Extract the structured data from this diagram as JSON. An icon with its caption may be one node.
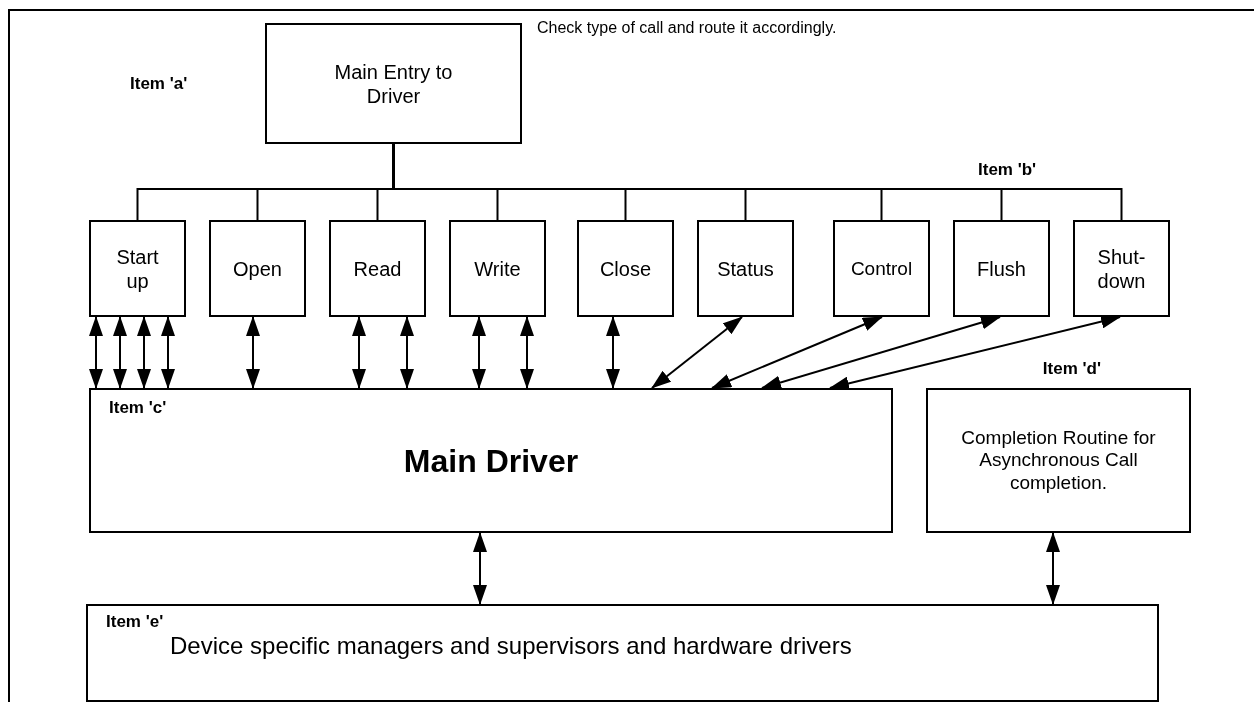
{
  "diagram": {
    "nodes": [
      {
        "text": [
          "Main Entry to Driver"
        ],
        "beside": [
          "Check type of call and route it accordingly."
        ]
      },
      {
        "text": [
          "Start up"
        ]
      },
      {
        "text": [
          "Open"
        ]
      },
      {
        "text": [
          "Read"
        ]
      },
      {
        "text": [
          "Write"
        ]
      },
      {
        "text": [
          "Close"
        ]
      },
      {
        "text": [
          "Status"
        ]
      },
      {
        "text": [
          "Control"
        ]
      },
      {
        "text": [
          "Flush"
        ]
      },
      {
        "text": [
          "Shut- down"
        ]
      },
      {
        "text": [
          "Item 'c'",
          "Main Driver"
        ]
      },
      {
        "text": [
          "Item 'd'",
          "Completion Routine for Asynchronous Call completion."
        ]
      },
      {
        "text": [
          "Item 'e'",
          "Device specific managers and supervisors and hardware drivers"
        ]
      }
    ],
    "edges": [
      {
        "from": 0,
        "to": 1,
        "arrow": "none"
      },
      {
        "from": 0,
        "to": 2,
        "arrow": "none"
      },
      {
        "from": 0,
        "to": 3,
        "arrow": "none"
      },
      {
        "from": 0,
        "to": 4,
        "arrow": "none"
      },
      {
        "from": 0,
        "to": 5,
        "arrow": "none"
      },
      {
        "from": 0,
        "to": 6,
        "arrow": "none"
      },
      {
        "from": 0,
        "to": 7,
        "arrow": "none"
      },
      {
        "from": 0,
        "to": 8,
        "arrow": "none"
      },
      {
        "from": 0,
        "to": 9,
        "arrow": "none"
      },
      {
        "from": 1,
        "to": 10,
        "arrow": "both"
      },
      {
        "from": 1,
        "to": 10,
        "arrow": "both"
      },
      {
        "from": 1,
        "to": 10,
        "arrow": "both"
      },
      {
        "from": 1,
        "to": 10,
        "arrow": "both"
      },
      {
        "from": 2,
        "to": 10,
        "arrow": "both"
      },
      {
        "from": 3,
        "to": 10,
        "arrow": "both"
      },
      {
        "from": 3,
        "to": 10,
        "arrow": "both"
      },
      {
        "from": 4,
        "to": 10,
        "arrow": "both"
      },
      {
        "from": 4,
        "to": 10,
        "arrow": "both"
      },
      {
        "from": 5,
        "to": 10,
        "arrow": "both"
      },
      {
        "from": 6,
        "to": 10,
        "arrow": "both"
      },
      {
        "from": 7,
        "to": 10,
        "arrow": "both"
      },
      {
        "from": 8,
        "to": 10,
        "arrow": "both"
      },
      {
        "from": 9,
        "to": 10,
        "arrow": "both"
      },
      {
        "from": 10,
        "to": 12,
        "arrow": "both"
      },
      {
        "from": 11,
        "to": 12,
        "arrow": "both"
      }
    ],
    "labels": [
      "Item 'a'",
      "Item 'b'"
    ]
  }
}
